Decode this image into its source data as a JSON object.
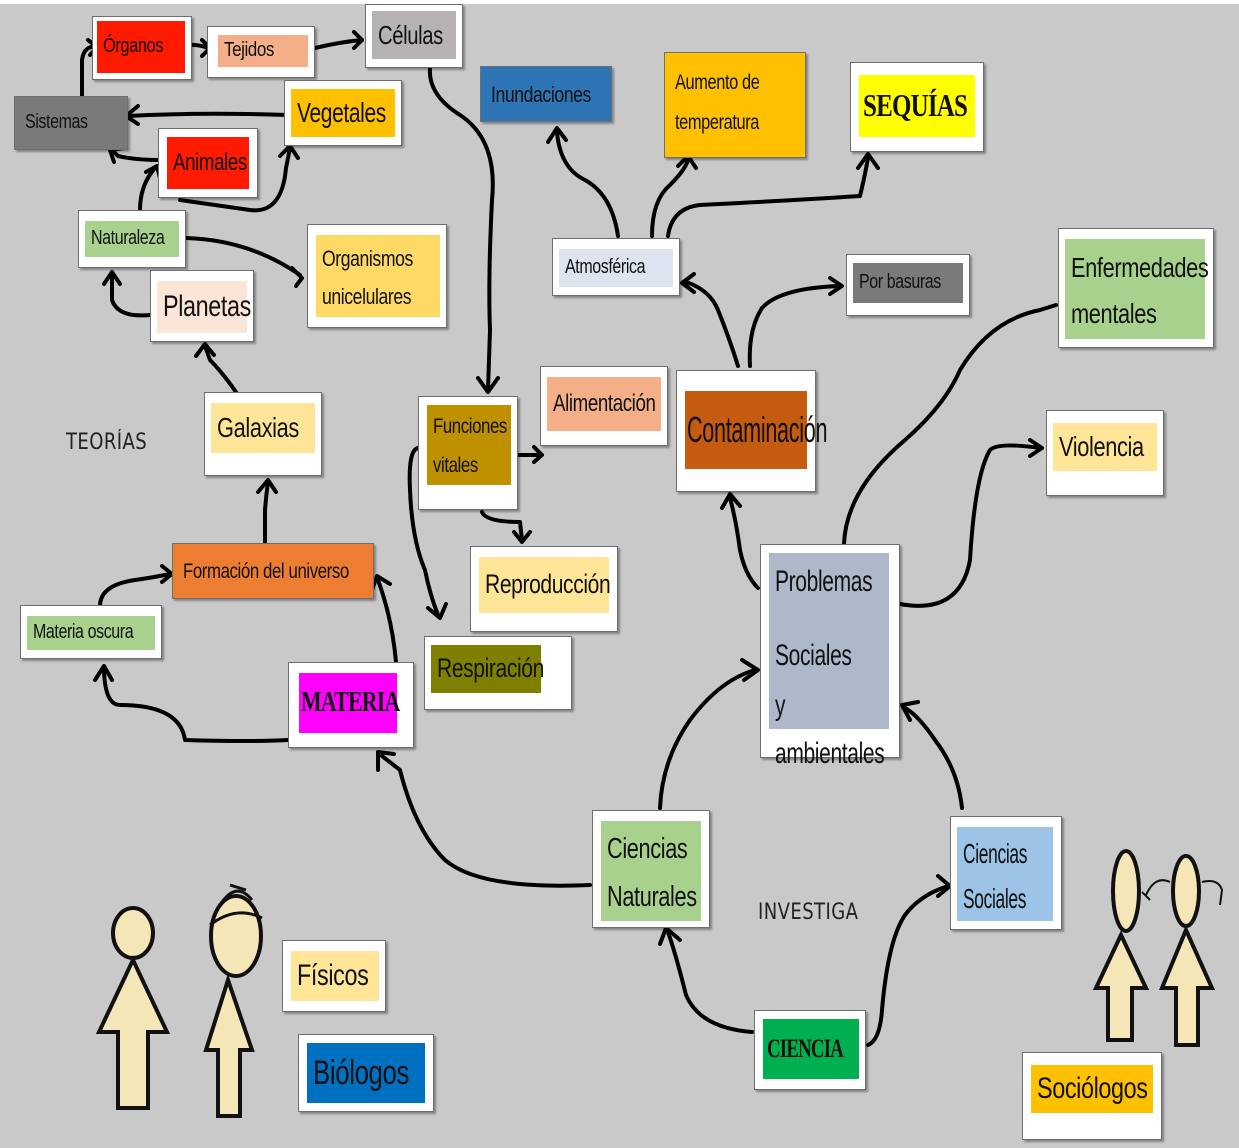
{
  "labels": {
    "organos": "Órganos",
    "tejidos": "Tejidos",
    "celulas": "Células",
    "sistemas": "Sistemas",
    "vegetales": "Vegetales",
    "animales": "Animales",
    "naturaleza": "Naturaleza",
    "organismos_line1": "Organismos",
    "organismos_line2": "unicelulares",
    "planetas": "Planetas",
    "galaxias": "Galaxias",
    "formacion": "Formación del universo",
    "materia_oscura": "Materia oscura",
    "materia": "MATERIA",
    "funciones_line1": "Funciones",
    "funciones_line2": "vitales",
    "alimentacion": "Alimentación",
    "reproduccion": "Reproducción",
    "respiracion": "Respiración",
    "inundaciones": "Inundaciones",
    "aumento_line1": "Aumento de",
    "aumento_line2": "temperatura",
    "sequias": "SEQUÍAS",
    "atmosferica": "Atmosférica",
    "por_basuras": "Por basuras",
    "contaminacion": "Contaminación",
    "enfermedades_line1": "Enfermedades",
    "enfermedades_line2": "mentales",
    "violencia": "Violencia",
    "problemas_line1": "Problemas",
    "problemas_line2": "Sociales y",
    "problemas_line3": "ambientales",
    "ciencias_naturales_line1": "Ciencias",
    "ciencias_naturales_line2": "Naturales",
    "ciencias_sociales_line1": "Ciencias",
    "ciencias_sociales_line2": "Sociales",
    "ciencia": "CIENCIA",
    "fisicos": "Físicos",
    "biologos": "Biólogos",
    "sociologos": "Sociólogos",
    "teorias": "TEORÍAS",
    "investiga": "INVESTIGA"
  },
  "colors": {
    "background": "#c9c9c9",
    "red": "#ff1a00",
    "salmon": "#f4ae88",
    "gray_light": "#b6b2b2",
    "gray_dark": "#7a7a7a",
    "yellow_light": "#ffe597",
    "amber": "#ffc000",
    "green_light": "#a9d18e",
    "orange": "#ed7d31",
    "magenta": "#ff00ff",
    "olive_gold": "#bf9000",
    "olive_green": "#7f7f00",
    "blue": "#2e75b6",
    "yellow": "#ffff00",
    "slate_light": "#dde4ef",
    "rust": "#c55a11",
    "slate_blue": "#adb9ca",
    "sky_blue": "#9dc3e6",
    "green": "#00b050",
    "royal_blue": "#0070c0"
  }
}
